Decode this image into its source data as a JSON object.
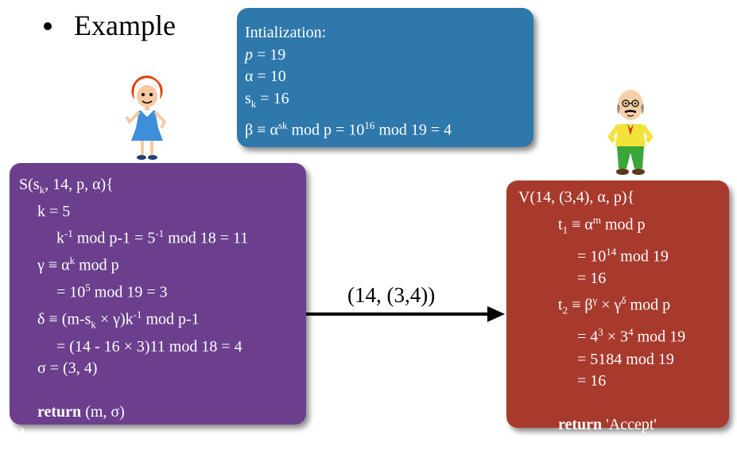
{
  "slide": {
    "bullet": "Example"
  },
  "init": {
    "lines": [
      "Intialization:",
      "p = 19",
      "α = 10",
      "sk = 16",
      "β ≡ αsk mod p = 1016 mod 19 = 4"
    ]
  },
  "sign": {
    "lines": [
      "S(sk, 14, p, α){",
      "k = 5",
      "k-1 mod p-1 = 5-1 mod 18 = 11",
      "γ ≡ αk mod p",
      "= 105 mod 19 = 3",
      "δ ≡ (m-sk × γ)k-1 mod p-1",
      "= (14 - 16 × 3)11 mod 18 = 4",
      "σ = (3, 4)",
      "return",
      "(m, σ)",
      "}"
    ]
  },
  "message": {
    "label": "(14, (3,4))"
  },
  "verify": {
    "lines": [
      "V(14, (3,4), α, p){",
      "t1 ≡ αm mod p",
      "= 1014 mod 19",
      "= 16",
      "t2 ≡ βγ × γδ mod p",
      "= 43 × 34 mod 19",
      "= 5184 mod 19",
      "= 16",
      "return",
      "'Accept'",
      "}"
    ]
  },
  "colors": {
    "init_box": "#2e78ac",
    "sign_box": "#6b3f8d",
    "verify_box": "#a83a2d",
    "arrow": "#000000"
  }
}
